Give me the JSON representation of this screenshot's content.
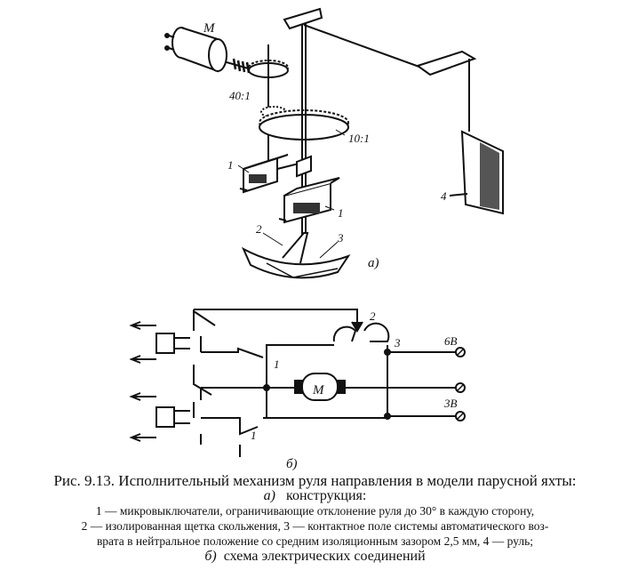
{
  "figure": {
    "construction_labels": {
      "motor": "M",
      "ratio_worm": "40:1",
      "ratio_gear": "10:1",
      "microswitch_a": "1",
      "microswitch_b": "1",
      "brush": "2",
      "contact_field": "3",
      "rudder": "4",
      "panel_a": "а)"
    },
    "schematic_labels": {
      "brush": "2",
      "contact_field": "3",
      "microswitch_upper": "1",
      "microswitch_lower": "1",
      "motor": "M",
      "voltage_6v": "6В",
      "voltage_3v": "3В",
      "panel_b": "б)"
    }
  },
  "caption": {
    "title": "Рис. 9.13. Исполнительный механизм руля направления в модели парусной яхты:",
    "sub_a_letter": "а)",
    "sub_a_text": "конструкция:",
    "body_line1": "1 — микровыключатели, ограничивающие отклонение руля до 30° в каждую сторону,",
    "body_line2": "2 — изолированная щетка скольжения, 3 — контактное поле системы автоматического воз-",
    "body_line3": "врата в нейтральное положение со средним изоляционным зазором 2,5 мм, 4 — руль;",
    "sub_b_letter": "б)",
    "sub_b_text": "схема электрических соединений"
  }
}
